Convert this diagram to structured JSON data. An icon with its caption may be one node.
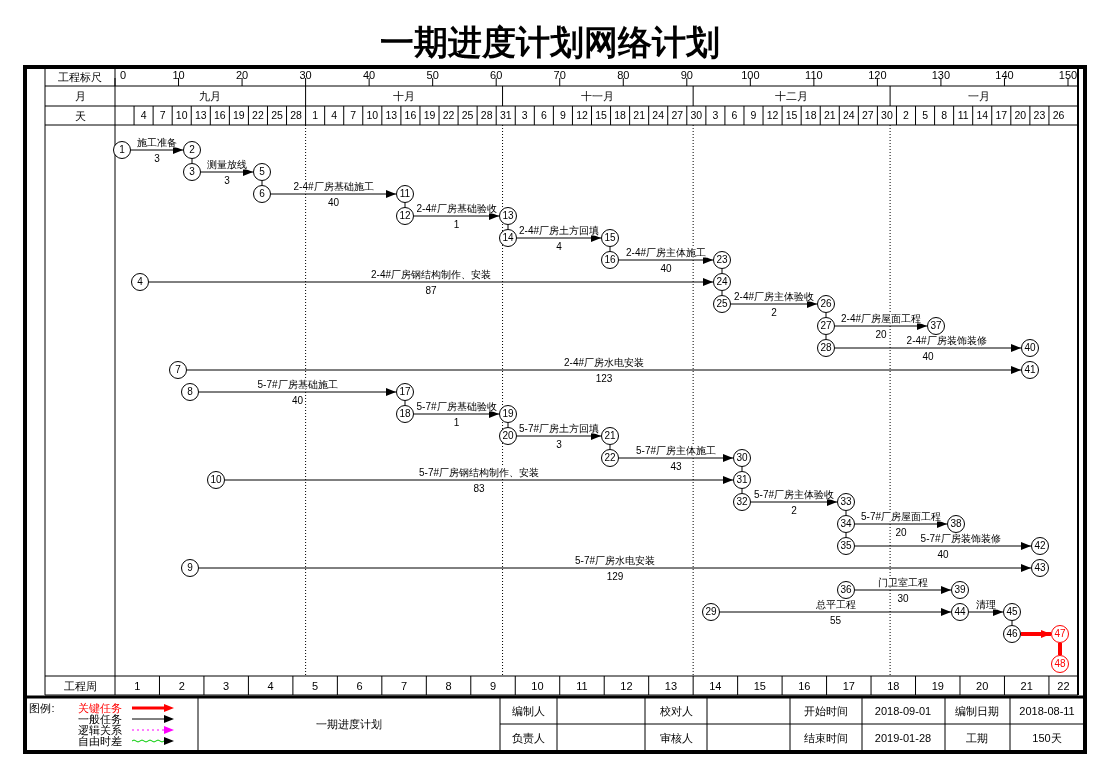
{
  "diagram": {
    "title": "一期进度计划网络计划",
    "nodes": [
      {
        "text": [
          "1"
        ]
      },
      {
        "text": [
          "2"
        ]
      },
      {
        "text": [
          "3"
        ]
      },
      {
        "text": [
          "4"
        ]
      },
      {
        "text": [
          "5"
        ]
      },
      {
        "text": [
          "6"
        ]
      },
      {
        "text": [
          "7"
        ]
      },
      {
        "text": [
          "8"
        ]
      },
      {
        "text": [
          "9"
        ]
      },
      {
        "text": [
          "10"
        ]
      },
      {
        "text": [
          "11"
        ]
      },
      {
        "text": [
          "12"
        ]
      },
      {
        "text": [
          "13"
        ]
      },
      {
        "text": [
          "14"
        ]
      },
      {
        "text": [
          "15"
        ]
      },
      {
        "text": [
          "16"
        ]
      },
      {
        "text": [
          "17"
        ]
      },
      {
        "text": [
          "18"
        ]
      },
      {
        "text": [
          "19"
        ]
      },
      {
        "text": [
          "20"
        ]
      },
      {
        "text": [
          "21"
        ]
      },
      {
        "text": [
          "22"
        ]
      },
      {
        "text": [
          "23"
        ]
      },
      {
        "text": [
          "24"
        ]
      },
      {
        "text": [
          "25"
        ]
      },
      {
        "text": [
          "26"
        ]
      },
      {
        "text": [
          "27"
        ]
      },
      {
        "text": [
          "28"
        ]
      },
      {
        "text": [
          "29"
        ]
      },
      {
        "text": [
          "30"
        ]
      },
      {
        "text": [
          "31"
        ]
      },
      {
        "text": [
          "32"
        ]
      },
      {
        "text": [
          "33"
        ]
      },
      {
        "text": [
          "34"
        ]
      },
      {
        "text": [
          "35"
        ]
      },
      {
        "text": [
          "36"
        ]
      },
      {
        "text": [
          "37"
        ]
      },
      {
        "text": [
          "38"
        ]
      },
      {
        "text": [
          "39"
        ]
      },
      {
        "text": [
          "40"
        ]
      },
      {
        "text": [
          "41"
        ]
      },
      {
        "text": [
          "42"
        ]
      },
      {
        "text": [
          "43"
        ]
      },
      {
        "text": [
          "44"
        ]
      },
      {
        "text": [
          "45"
        ]
      },
      {
        "text": [
          "46"
        ]
      },
      {
        "text": [
          "47"
        ]
      },
      {
        "text": [
          "48"
        ]
      }
    ],
    "edges": [
      {
        "from": 0,
        "to": 1,
        "arrow": "to",
        "label": "施工准备"
      },
      {
        "from": 1,
        "to": 2,
        "arrow": "none"
      },
      {
        "from": 2,
        "to": 4,
        "arrow": "to",
        "label": "测量放线"
      },
      {
        "from": 4,
        "to": 5,
        "arrow": "none"
      },
      {
        "from": 5,
        "to": 10,
        "arrow": "to",
        "label": "2-4#厂房基础施工"
      },
      {
        "from": 10,
        "to": 11,
        "arrow": "none"
      },
      {
        "from": 11,
        "to": 12,
        "arrow": "to",
        "label": "2-4#厂房基础验收"
      },
      {
        "from": 12,
        "to": 13,
        "arrow": "none"
      },
      {
        "from": 13,
        "to": 14,
        "arrow": "to",
        "label": "2-4#厂房土方回填"
      },
      {
        "from": 14,
        "to": 15,
        "arrow": "none"
      },
      {
        "from": 15,
        "to": 22,
        "arrow": "to",
        "label": "2-4#厂房主体施工"
      },
      {
        "from": 3,
        "to": 23,
        "arrow": "to",
        "label": "2-4#厂房钢结构制作、安装"
      },
      {
        "from": 22,
        "to": 23,
        "arrow": "none"
      },
      {
        "from": 23,
        "to": 24,
        "arrow": "none"
      },
      {
        "from": 24,
        "to": 25,
        "arrow": "to",
        "label": "2-4#厂房主体验收"
      },
      {
        "from": 25,
        "to": 26,
        "arrow": "none"
      },
      {
        "from": 26,
        "to": 27,
        "arrow": "none"
      },
      {
        "from": 26,
        "to": 36,
        "arrow": "to",
        "label": "2-4#厂房屋面工程"
      },
      {
        "from": 27,
        "to": 39,
        "arrow": "to",
        "label": "2-4#厂房装饰装修"
      },
      {
        "from": 6,
        "to": 40,
        "arrow": "to",
        "label": "2-4#厂房水电安装"
      },
      {
        "from": 7,
        "to": 16,
        "arrow": "to",
        "label": "5-7#厂房基础施工"
      },
      {
        "from": 16,
        "to": 17,
        "arrow": "none"
      },
      {
        "from": 17,
        "to": 18,
        "arrow": "to",
        "label": "5-7#厂房基础验收"
      },
      {
        "from": 18,
        "to": 19,
        "arrow": "none"
      },
      {
        "from": 19,
        "to": 20,
        "arrow": "to",
        "label": "5-7#厂房土方回填"
      },
      {
        "from": 20,
        "to": 21,
        "arrow": "none"
      },
      {
        "from": 21,
        "to": 29,
        "arrow": "to",
        "label": "5-7#厂房主体施工"
      },
      {
        "from": 9,
        "to": 30,
        "arrow": "to",
        "label": "5-7#厂房钢结构制作、安装"
      },
      {
        "from": 29,
        "to": 30,
        "arrow": "none"
      },
      {
        "from": 30,
        "to": 31,
        "arrow": "none"
      },
      {
        "from": 31,
        "to": 32,
        "arrow": "to",
        "label": "5-7#厂房主体验收"
      },
      {
        "from": 32,
        "to": 33,
        "arrow": "none"
      },
      {
        "from": 33,
        "to": 34,
        "arrow": "none"
      },
      {
        "from": 33,
        "to": 37,
        "arrow": "to",
        "label": "5-7#厂房屋面工程"
      },
      {
        "from": 34,
        "to": 41,
        "arrow": "to",
        "label": "5-7#厂房装饰装修"
      },
      {
        "from": 8,
        "to": 42,
        "arrow": "to",
        "label": "5-7#厂房水电安装"
      },
      {
        "from": 35,
        "to": 38,
        "arrow": "to",
        "label": "门卫室工程"
      },
      {
        "from": 28,
        "to": 43,
        "arrow": "to",
        "label": "总平工程"
      },
      {
        "from": 43,
        "to": 44,
        "arrow": "to",
        "label": "清理"
      },
      {
        "from": 44,
        "to": 45,
        "arrow": "none"
      },
      {
        "from": 45,
        "to": 46,
        "arrow": "to",
        "style": "thick",
        "color": "#ff0000"
      },
      {
        "from": 46,
        "to": 47,
        "arrow": "none",
        "style": "thick",
        "color": "#ff0000"
      }
    ],
    "labels": [
      "工程标尺",
      "0",
      "10",
      "20",
      "30",
      "40",
      "50",
      "60",
      "70",
      "80",
      "90",
      "100",
      "110",
      "120",
      "130",
      "140",
      "150",
      "月",
      "九月",
      "十月",
      "十一月",
      "十二月",
      "一月",
      "天",
      "4",
      "7",
      "10",
      "13",
      "16",
      "19",
      "22",
      "25",
      "28",
      "1",
      "4",
      "7",
      "10",
      "13",
      "16",
      "19",
      "22",
      "25",
      "28",
      "31",
      "3",
      "6",
      "9",
      "12",
      "15",
      "18",
      "21",
      "24",
      "27",
      "30",
      "3",
      "6",
      "9",
      "12",
      "15",
      "18",
      "21",
      "24",
      "27",
      "30",
      "2",
      "5",
      "8",
      "11",
      "14",
      "17",
      "20",
      "23",
      "26",
      "工程周",
      "1",
      "2",
      "3",
      "4",
      "5",
      "6",
      "7",
      "8",
      "9",
      "10",
      "11",
      "12",
      "13",
      "14",
      "15",
      "16",
      "17",
      "18",
      "19",
      "20",
      "21",
      "22",
      "3",
      "3",
      "40",
      "1",
      "4",
      "40",
      "87",
      "2",
      "20",
      "40",
      "123",
      "40",
      "1",
      "3",
      "43",
      "83",
      "2",
      "20",
      "40",
      "129",
      "30",
      "55",
      "图例:",
      "一期进度计划",
      "编制人",
      "校对人",
      "开始时间",
      "2018-09-01",
      "编制日期",
      "2018-08-11",
      "负责人",
      "审核人",
      "结束时间",
      "2019-01-28",
      "工期",
      "150天"
    ],
    "legend": [
      {
        "text": "关键任务"
      },
      {
        "text": "一般任务"
      },
      {
        "text": "逻辑关系"
      },
      {
        "text": "自由时差"
      }
    ]
  }
}
